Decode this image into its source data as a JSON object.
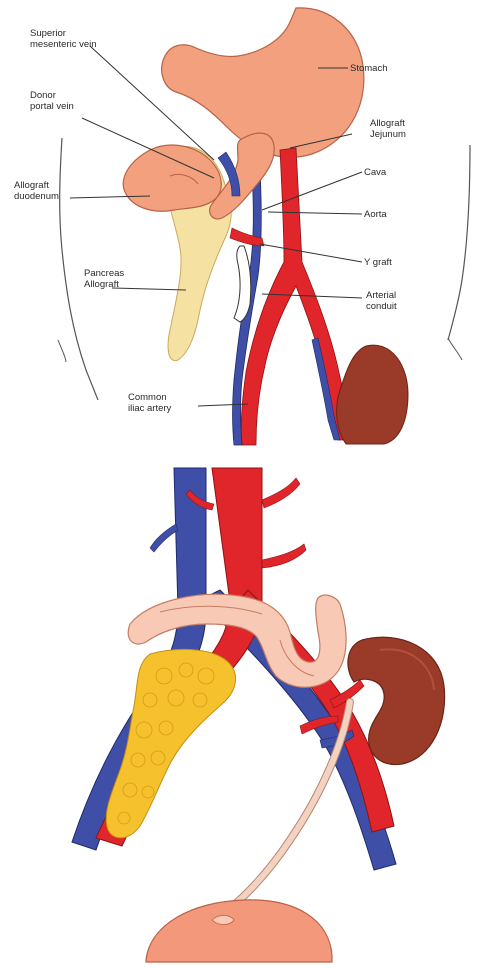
{
  "colors": {
    "stomach": "#f2a07e",
    "stomach_outline": "#b8634a",
    "artery": "#e0252b",
    "vein": "#3f4fa8",
    "pancreas": "#f5e2a3",
    "kidney": "#9a3a28",
    "bowel_light": "#f8c9b4",
    "bladder": "#f3987a",
    "ureter": "#f3d2c0",
    "pancreas_graft": "#f5c22e"
  },
  "top_panel": {
    "labels": {
      "superior_mesenteric_vein_line1": "Superior",
      "superior_mesenteric_vein_line2": "mesenteric vein",
      "donor_portal_vein_line1": "Donor",
      "donor_portal_vein_line2": "portal vein",
      "allograft_duodenum_line1": "Allograft",
      "allograft_duodenum_line2": "duodenum",
      "pancreas_allograft_line1": "Pancreas",
      "pancreas_allograft_line2": "Allograft",
      "common_iliac_artery_line1": "Common",
      "common_iliac_artery_line2": "iliac artery",
      "stomach": "Stomach",
      "allograft_jejunum_line1": "Allograft",
      "allograft_jejunum_line2": "Jejunum",
      "cava": "Cava",
      "aorta": "Aorta",
      "y_graft": "Y graft",
      "arterial_conduit_line1": "Arterial",
      "arterial_conduit_line2": "conduit"
    }
  }
}
